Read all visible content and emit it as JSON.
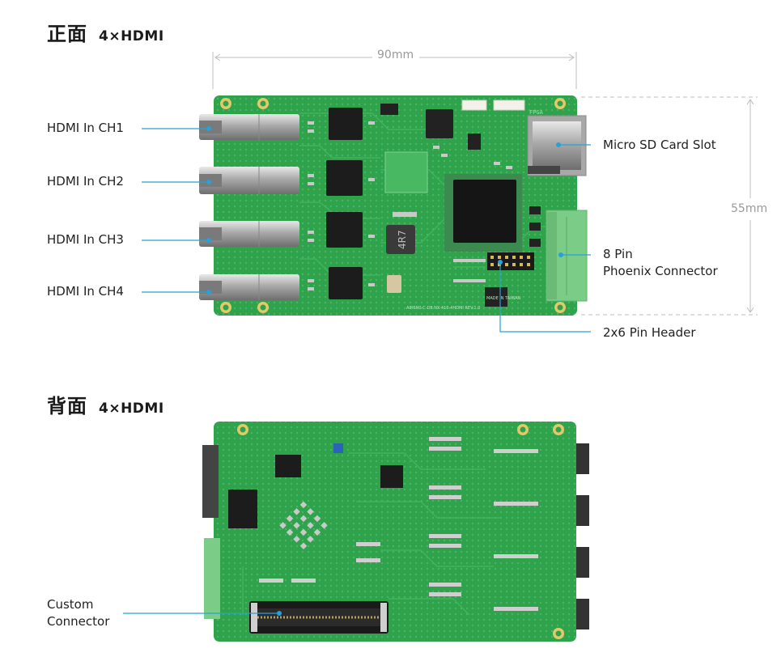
{
  "front": {
    "title": "正面",
    "subtitle": "4×HDMI",
    "width_dim": "90mm",
    "height_dim": "55mm",
    "labels": {
      "hdmi1": "HDMI In CH1",
      "hdmi2": "HDMI In CH2",
      "hdmi3": "HDMI In CH3",
      "hdmi4": "HDMI In CH4",
      "sd": "Micro SD Card Slot",
      "phoenix_line1": "8 Pin",
      "phoenix_line2": "Phoenix Connector",
      "header": "2x6 Pin Header"
    },
    "board_text": {
      "chip_mark": "4R7",
      "made_in": "MADE IN TAIWAN",
      "model": "AIR6N0-C-D8 NX-416-4HDMI REV.1.0",
      "fpga": "FPGA"
    }
  },
  "back": {
    "title": "背面",
    "subtitle": "4×HDMI",
    "labels": {
      "custom_line1": "Custom",
      "custom_line2": "Connector"
    }
  },
  "colors": {
    "pcb": "#2fa34c",
    "pcb_dark": "#23803b",
    "callout": "#29a0d8",
    "dim_line": "#bdbdbd"
  }
}
